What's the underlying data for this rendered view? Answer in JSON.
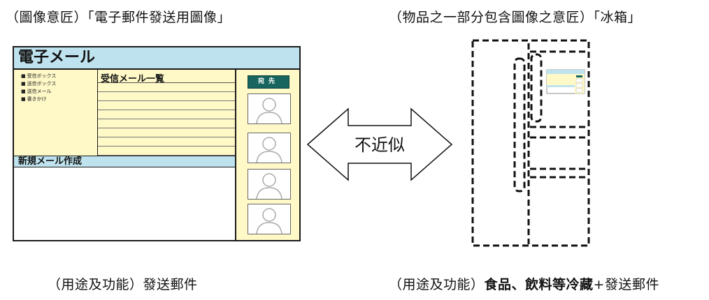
{
  "captions": {
    "left_top": "（圖像意匠）「電子郵件發送用圖像」",
    "right_top": "（物品之一部分包含圖像之意匠）「冰箱」",
    "left_bottom": "（用途及功能）發送郵件",
    "right_bottom_prefix": "（用途及功能）",
    "right_bottom_bold": "食品、飲料等冷藏",
    "right_bottom_suffix": "+發送郵件"
  },
  "email_mockup": {
    "title": "電子メール",
    "folders": [
      "受信ボックス",
      "送信ボックス",
      "送信メール",
      "書きかけ"
    ],
    "inbox_title": "受信メール一覧",
    "compose_title": "新規メール作成",
    "destination_button": "宛先",
    "avatar_count": 4
  },
  "comparison": {
    "label": "不近似"
  },
  "colors": {
    "title_bar": "#bfe3ee",
    "panel": "#fff9c8",
    "button": "#17655e"
  }
}
